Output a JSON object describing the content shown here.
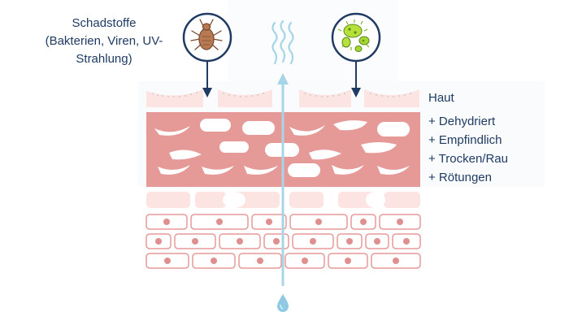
{
  "harm_label": {
    "lines": [
      "Schadstoffe",
      "(Bakterien, Viren, UV-",
      "Strahlung)"
    ]
  },
  "skin": {
    "title": "Haut",
    "properties": [
      "+ Dehydriert",
      "+ Empfindlich",
      "+ Trocken/Rau",
      "+ Rötungen"
    ]
  },
  "icons": {
    "left_circle": "mite-icon",
    "right_circle": "bacteria-icon",
    "top_center": "uv-waves-icon",
    "bottom_center": "water-drop-icon"
  },
  "colors": {
    "dark_blue": "#1f3b63",
    "light_blue": "#a6d5e8",
    "skin_pink": "#e59a98",
    "cell_fill": "#fdeceb",
    "nucleus": "#e08f8f",
    "surface_pale": "#fbe4e2"
  }
}
